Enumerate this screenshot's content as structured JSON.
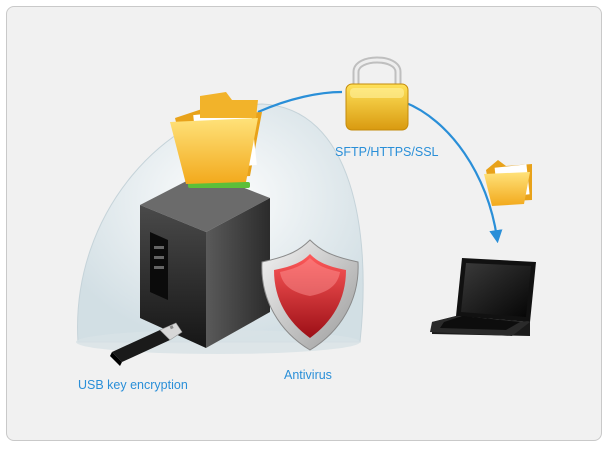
{
  "labels": {
    "sftp": "SFTP/HTTPS/SSL",
    "usb": "USB key encryption",
    "antivirus": "Antivirus"
  },
  "icons": [
    "folder-icon",
    "server-icon",
    "lock-icon",
    "shield-icon",
    "usb-key-icon",
    "laptop-icon"
  ],
  "colors": {
    "accent": "#2a8fd8",
    "folder": "#f6c13a",
    "shield": "#c8202a",
    "lock": "#e8b820"
  }
}
